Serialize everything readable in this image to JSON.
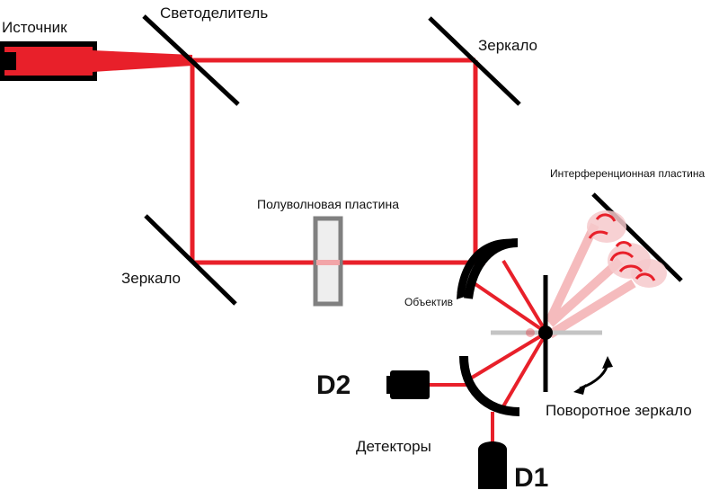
{
  "labels": {
    "source": "Источник",
    "beamsplitter": "Светоделитель",
    "mirror_top": "Зеркало",
    "mirror_left": "Зеркало",
    "half_wave_plate": "Полуволновая пластина",
    "interference_plate": "Интерференционная пластина",
    "objective": "Объектив",
    "rotating_mirror": "Поворотное зеркало",
    "detectors": "Детекторы",
    "d2": "D2",
    "d1": "D1"
  },
  "colors": {
    "beam": "#e8202a",
    "beam_light": "#f2a5a8",
    "element": "#000000",
    "plate_frame": "#808080",
    "plate_fill": "#eeeeee",
    "axis_gray": "#c4c4c4"
  },
  "icons": {
    "rotate": "double-arrow-arc-icon"
  }
}
